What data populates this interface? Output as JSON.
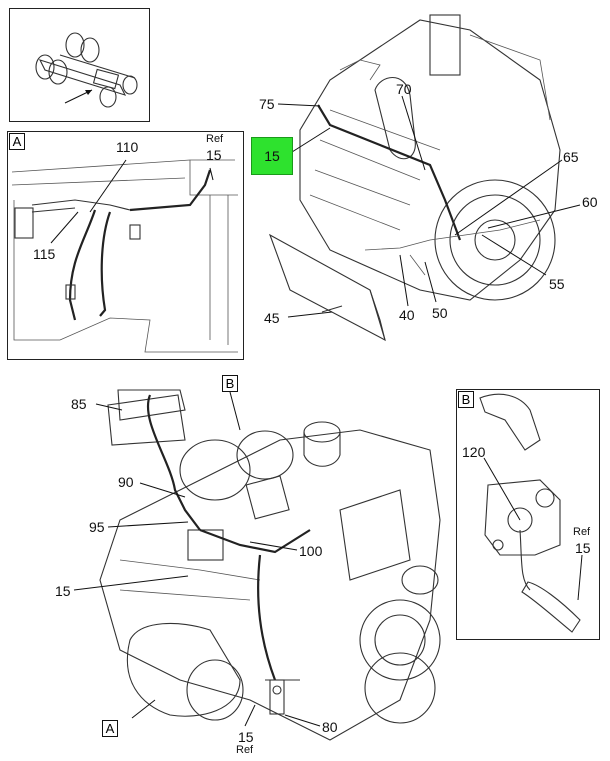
{
  "inset_a_tag": "A",
  "inset_b_tag": "B",
  "main_view_a_tag": "A",
  "main_view_b_tag": "B",
  "highlight_callout": "15",
  "top_right_callouts": [
    "75",
    "70",
    "65",
    "60",
    "55",
    "50",
    "40",
    "45"
  ],
  "inset_a_callouts": [
    "110",
    "115"
  ],
  "inset_a_ref": {
    "ref": "Ref",
    "num": "15"
  },
  "bottom_callouts": [
    "85",
    "90",
    "95",
    "100",
    "15",
    "80"
  ],
  "bottom_ref": {
    "num": "15",
    "ref": "Ref"
  },
  "inset_b_callouts": [
    "120"
  ],
  "inset_b_ref": {
    "ref": "Ref",
    "num": "15"
  }
}
